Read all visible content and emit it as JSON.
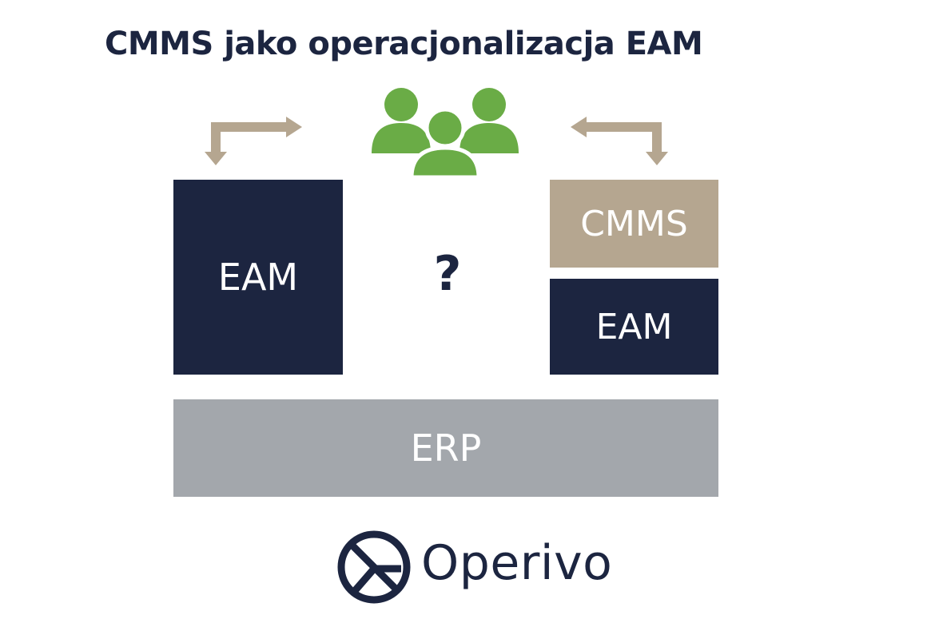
{
  "title": "CMMS jako operacjonalizacja EAM",
  "diagram": {
    "left_stack": {
      "eam_label": "EAM"
    },
    "middle": {
      "question_label": "?"
    },
    "right_stack": {
      "cmms_label": "CMMS",
      "eam_label": "EAM"
    },
    "base": {
      "erp_label": "ERP"
    },
    "icons": [
      "people-group-icon",
      "left-arrow-icon",
      "right-arrow-icon"
    ]
  },
  "logo": {
    "text": "Operivo",
    "icon": "operivo-logo-icon"
  },
  "colors": {
    "navy": "#1c2540",
    "tan": "#b5a690",
    "gray": "#a3a7ac",
    "green": "#6aac46"
  }
}
